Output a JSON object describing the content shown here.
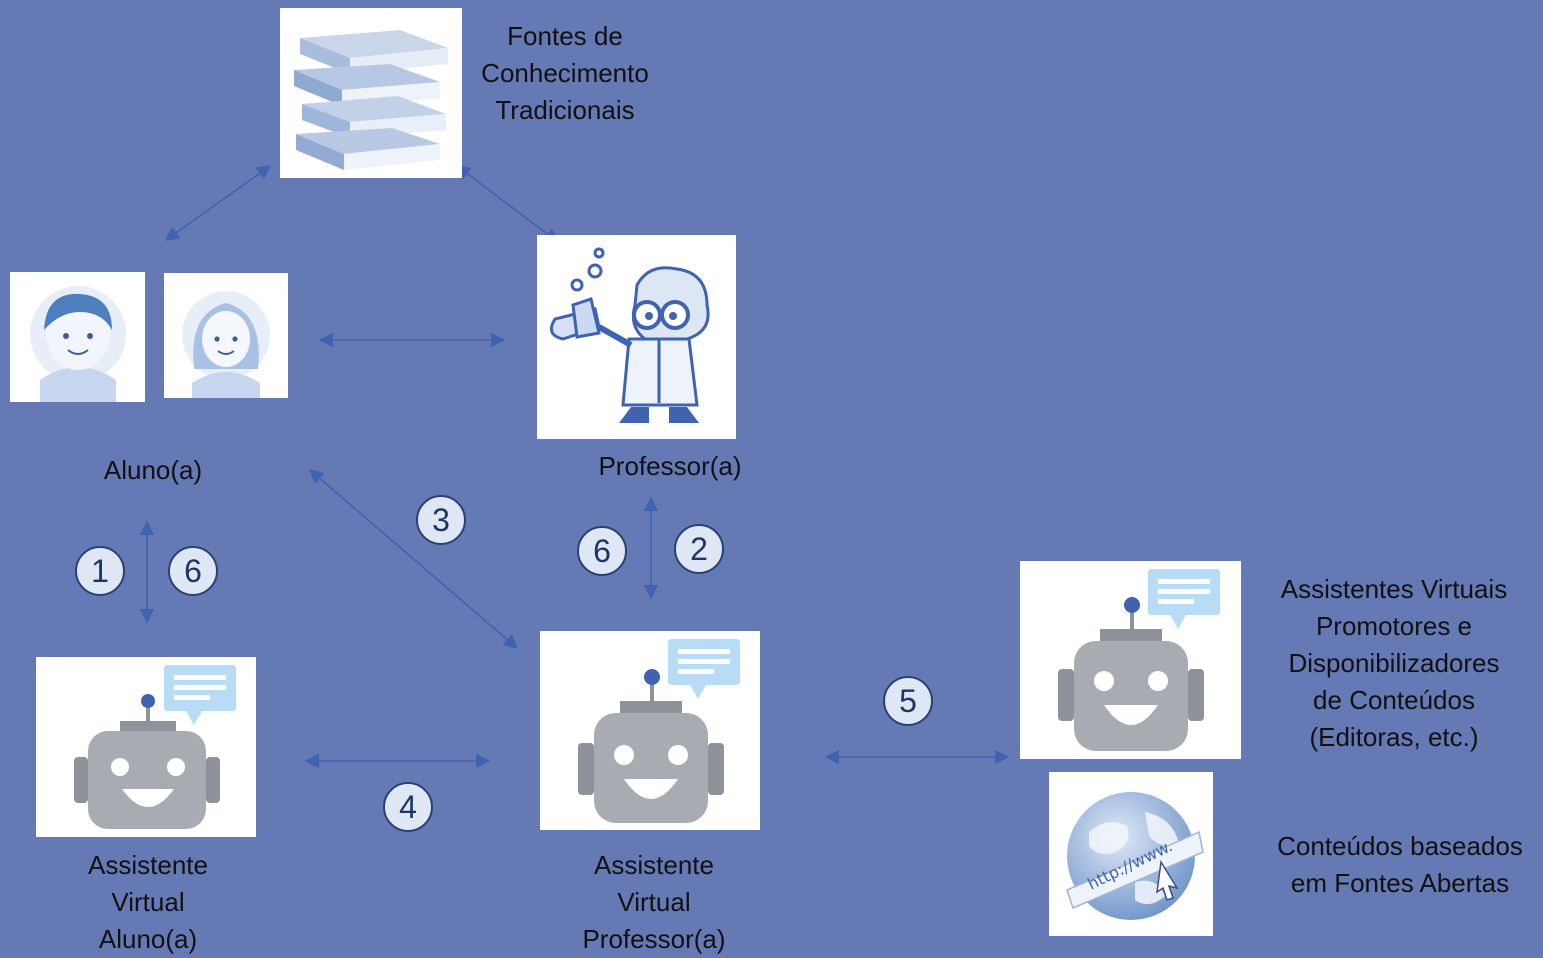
{
  "nodes": {
    "books": {
      "label_lines": [
        "Fontes de",
        "Conhecimento",
        "Tradicionais"
      ],
      "icon": "books-icon"
    },
    "student": {
      "label_lines": [
        "Aluno(a)"
      ],
      "icons": [
        "boy-avatar-icon",
        "girl-avatar-icon"
      ]
    },
    "teacher": {
      "label_lines": [
        "Professor(a)"
      ],
      "icon": "scientist-icon"
    },
    "assistant_student": {
      "label_lines": [
        "Assistente",
        "Virtual",
        "Aluno(a)"
      ],
      "icon": "chatbot-icon"
    },
    "assistant_teacher": {
      "label_lines": [
        "Assistente",
        "Virtual",
        "Professor(a)"
      ],
      "icon": "chatbot-icon"
    },
    "publisher_assistants": {
      "label_lines": [
        "Assistentes Virtuais",
        "Promotores e",
        "Disponibilizadores",
        "de Conteúdos",
        "(Editoras, etc.)"
      ],
      "icon": "chatbot-icon"
    },
    "open_sources": {
      "label_lines": [
        "Conteúdos baseados",
        "em Fontes Abertas"
      ],
      "icon": "www-globe-icon"
    }
  },
  "steps": {
    "s1": "1",
    "s6_left": "6",
    "s3": "3",
    "s6_right": "6",
    "s2": "2",
    "s4": "4",
    "s5": "5"
  },
  "colors": {
    "background": "#6579b5",
    "arrow": "#3f63b0",
    "badge_fill": "#dfe7f4",
    "badge_border": "#2a3f73",
    "tile": "#ffffff"
  }
}
